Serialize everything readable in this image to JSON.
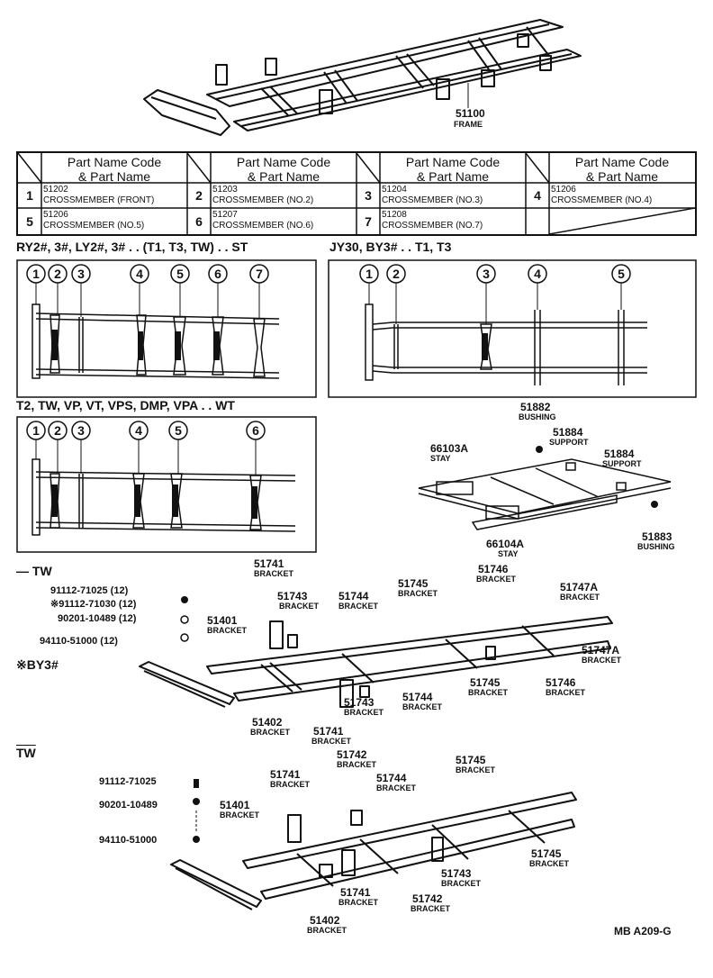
{
  "frame_part": {
    "code": "51100",
    "name": "FRAME"
  },
  "table": {
    "header_line1": "Part Name Code",
    "header_line2": "& Part Name",
    "rows": [
      [
        {
          "num": "1",
          "code": "51202",
          "name": "CROSSMEMBER (FRONT)"
        },
        {
          "num": "2",
          "code": "51203",
          "name": "CROSSMEMBER (NO.2)"
        },
        {
          "num": "3",
          "code": "51204",
          "name": "CROSSMEMBER (NO.3)"
        },
        {
          "num": "4",
          "code": "51206",
          "name": "CROSSMEMBER (NO.4)"
        }
      ],
      [
        {
          "num": "5",
          "code": "51206",
          "name": "CROSSMEMBER (NO.5)"
        },
        {
          "num": "6",
          "code": "51207",
          "name": "CROSSMEMBER (NO.6)"
        },
        {
          "num": "7",
          "code": "51208",
          "name": "CROSSMEMBER (NO.7)"
        }
      ]
    ]
  },
  "diagrams": {
    "a": {
      "title": "RY2#, 3#, LY2#, 3# . . (T1, T3, TW) . . ST",
      "markers": [
        "1",
        "2",
        "3",
        "4",
        "5",
        "6",
        "7"
      ]
    },
    "b": {
      "title": "JY30, BY3# . . T1, T3",
      "markers": [
        "1",
        "2",
        "3",
        "4",
        "5"
      ]
    },
    "c": {
      "title": "T2, TW, VP, VT, VPS, DMP, VPA . . WT",
      "markers": [
        "1",
        "2",
        "3",
        "4",
        "5",
        "6"
      ]
    }
  },
  "stay_group": [
    {
      "code": "51882",
      "name": "BUSHING"
    },
    {
      "code": "51884",
      "name": "SUPPORT"
    },
    {
      "code": "51884",
      "name": "SUPPORT"
    },
    {
      "code": "66103A",
      "name": "STAY"
    },
    {
      "code": "66104A",
      "name": "STAY"
    },
    {
      "code": "51883",
      "name": "BUSHING"
    }
  ],
  "mid": {
    "title_minus_tw": "— TW",
    "title_by3": "※BY3#",
    "fasteners": [
      {
        "text": "91112-71025 (12)"
      },
      {
        "text": "※91112-71030 (12)"
      },
      {
        "text": "90201-10489 (12)"
      },
      {
        "text": "94110-51000 (12)"
      }
    ],
    "labels": [
      {
        "code": "51741",
        "name": "BRACKET"
      },
      {
        "code": "51743",
        "name": "BRACKET"
      },
      {
        "code": "51744",
        "name": "BRACKET"
      },
      {
        "code": "51745",
        "name": "BRACKET"
      },
      {
        "code": "51746",
        "name": "BRACKET"
      },
      {
        "code": "51747A",
        "name": "BRACKET"
      },
      {
        "code": "51401",
        "name": "BRACKET"
      },
      {
        "code": "51747A",
        "name": "BRACKET"
      },
      {
        "code": "51745",
        "name": "BRACKET"
      },
      {
        "code": "51746",
        "name": "BRACKET"
      },
      {
        "code": "51744",
        "name": "BRACKET"
      },
      {
        "code": "51743",
        "name": "BRACKET"
      },
      {
        "code": "51402",
        "name": "BRACKET"
      },
      {
        "code": "51741",
        "name": "BRACKET"
      }
    ]
  },
  "bottom": {
    "title_tw": "TW",
    "fasteners": [
      {
        "text": "91112-71025"
      },
      {
        "text": "90201-10489"
      },
      {
        "text": "94110-51000"
      }
    ],
    "labels": [
      {
        "code": "51742",
        "name": "BRACKET"
      },
      {
        "code": "51745",
        "name": "BRACKET"
      },
      {
        "code": "51741",
        "name": "BRACKET"
      },
      {
        "code": "51744",
        "name": "BRACKET"
      },
      {
        "code": "51401",
        "name": "BRACKET"
      },
      {
        "code": "51745",
        "name": "BRACKET"
      },
      {
        "code": "51743",
        "name": "BRACKET"
      },
      {
        "code": "51741",
        "name": "BRACKET"
      },
      {
        "code": "51742",
        "name": "BRACKET"
      },
      {
        "code": "51402",
        "name": "BRACKET"
      }
    ]
  },
  "footer": {
    "code": "MB A209-G"
  }
}
